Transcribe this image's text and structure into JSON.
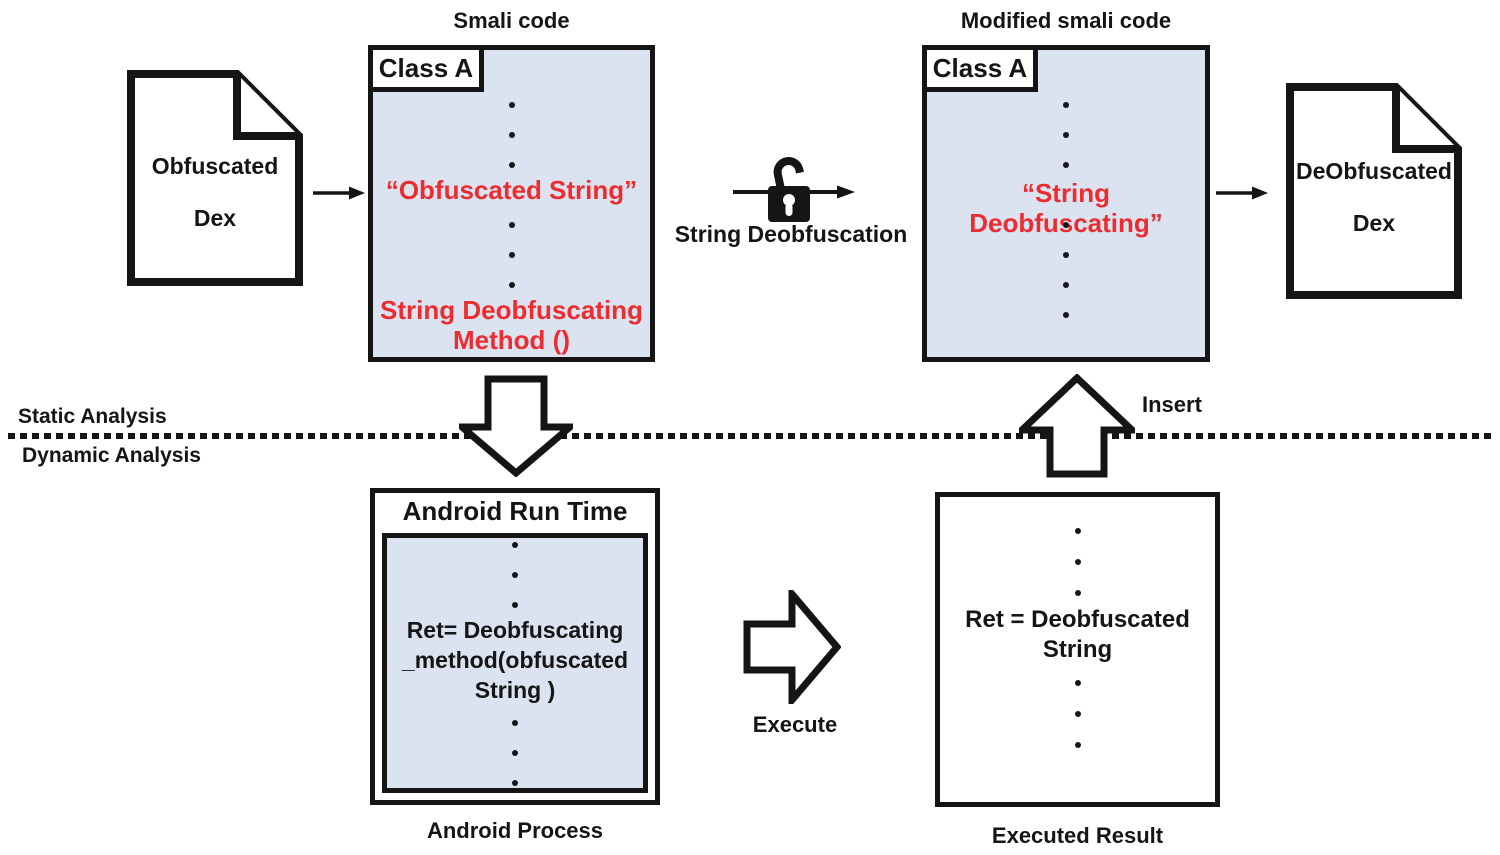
{
  "colors": {
    "red": "#ed2c30",
    "box_fill": "#dbe2f0",
    "ink": "#151515",
    "background": "#ffffff"
  },
  "top": {
    "smali_title": "Smali code",
    "modified_title": "Modified smali code",
    "class_tab": "Class A",
    "obfuscated_doc": {
      "line1": "Obfuscated",
      "line2": "Dex"
    },
    "deobfuscated_doc": {
      "line1": "DeObfuscated",
      "line2": "Dex"
    },
    "obfuscated_string": "“Obfuscated String”",
    "deobf_method_line1": "String Deobfuscating",
    "deobf_method_line2": "Method ()",
    "modified_string": "“String Deobfuscating”",
    "transform_label": "String Deobfuscation"
  },
  "divider": {
    "static_label": "Static Analysis",
    "dynamic_label": "Dynamic Analysis",
    "insert_label": "Insert"
  },
  "bottom": {
    "art_title": "Android Run Time",
    "art_lines": [
      "Ret=  Deobfuscating",
      "_method(obfuscated",
      "String )"
    ],
    "art_caption": "Android Process",
    "execute_label": "Execute",
    "result_lines": [
      "Ret  =  Deobfuscated",
      "String"
    ],
    "result_caption": "Executed Result"
  },
  "icons": {
    "unlock": "unlock-icon",
    "document": "document-icon",
    "arrow_right": "arrow-right-icon",
    "block_arrow_down": "block-arrow-down-icon",
    "block_arrow_up": "block-arrow-up-icon",
    "block_arrow_right": "block-arrow-right-icon"
  }
}
